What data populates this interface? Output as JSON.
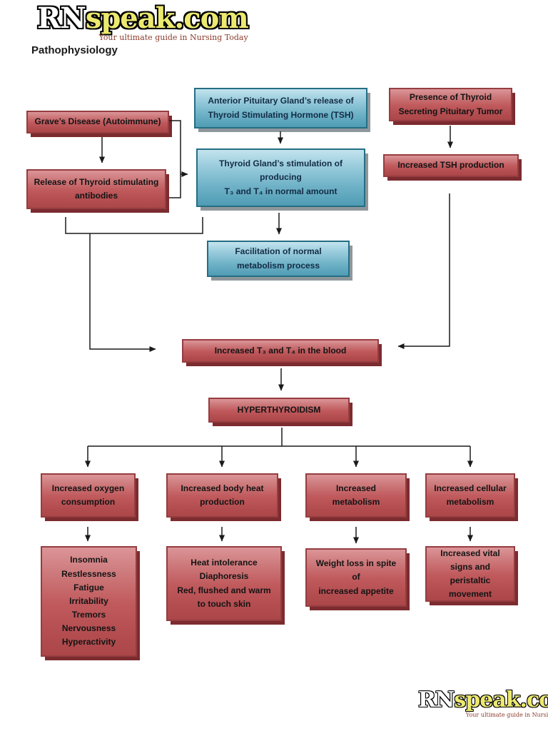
{
  "logo": {
    "brand_prefix": "RN",
    "brand_suffix": "speak.com",
    "tagline": "Your ultimate guide in Nursing Today"
  },
  "heading": "Pathophysiology",
  "flowchart": {
    "graves": "Grave’s Disease (Autoimmune)",
    "release_antibodies": "Release of Thyroid stimulating\nantibodies",
    "anterior_pituitary": "Anterior Pituitary Gland’s release of\nThyroid Stimulating Hormone (TSH)",
    "thyroid_gland": "Thyroid Gland’s stimulation of\nproducing\nT₃ and T₄ in normal amount",
    "facilitation": "Facilitation of normal\nmetabolism process",
    "pituitary_tumor": "Presence of Thyroid\nSecreting Pituitary Tumor",
    "increased_tsh": "Increased TSH production",
    "increased_t3_t4": "Increased T₃ and T₄ in the blood",
    "hyperthyroidism": "HYPERTHYROIDISM"
  },
  "columns": [
    {
      "header": "Increased oxygen\nconsumption",
      "effects": "Insomnia\nRestlessness\nFatigue\nIrritability\nTremors\nNervousness\nHyperactivity"
    },
    {
      "header": "Increased body heat\nproduction",
      "effects": "Heat intolerance\nDiaphoresis\nRed, flushed and warm\nto touch skin"
    },
    {
      "header": "Increased\nmetabolism",
      "effects": "Weight loss in spite\nof\nincreased appetite"
    },
    {
      "header": "Increased cellular\nmetabolism",
      "effects": "Increased vital\nsigns and peristaltic\nmovement"
    }
  ],
  "colors": {
    "red_box": "#c05a5d",
    "red_border": "#953d40",
    "red_shadow": "#7c2b2f",
    "blue_box": "#6fb2c7",
    "blue_border": "#256e84",
    "blue_text": "#132c46",
    "logo_yellow": "#ece96f",
    "tagline_text": "#8b3a2c",
    "arrow": "#1a1a1a"
  }
}
